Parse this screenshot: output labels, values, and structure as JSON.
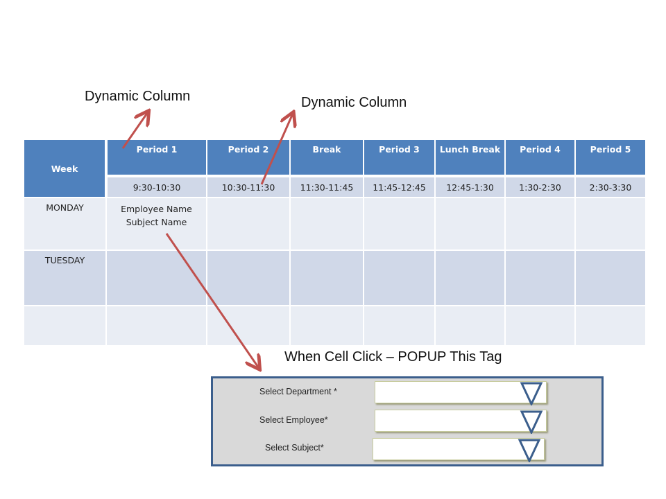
{
  "annotations": {
    "dynamic_column_1": "Dynamic Column",
    "dynamic_column_2": "Dynamic Column",
    "popup_caption": "When Cell Click – POPUP  This Tag"
  },
  "colors": {
    "header_blue": "#4f81bd",
    "row_dark": "#d0d8e8",
    "row_light": "#e9edf4",
    "arrow_red": "#c0504d",
    "popup_border": "#3b5e8c",
    "popup_bg": "#d9d9d9"
  },
  "timetable": {
    "week_label": "Week",
    "columns": [
      {
        "name": "Period 1",
        "time": "9:30-10:30"
      },
      {
        "name": "Period 2",
        "time": "10:30-11:30"
      },
      {
        "name": "Break",
        "time": "11:30-11:45"
      },
      {
        "name": "Period 3",
        "time": "11:45-12:45"
      },
      {
        "name": "Lunch Break",
        "time": "12:45-1:30"
      },
      {
        "name": "Period 4",
        "time": "1:30-2:30"
      },
      {
        "name": "Period 5",
        "time": "2:30-3:30"
      }
    ],
    "rows": [
      {
        "day": "MONDAY",
        "cells": [
          {
            "line1": "Employee Name",
            "line2": "Subject Name"
          }
        ]
      },
      {
        "day": "TUESDAY",
        "cells": []
      },
      {
        "day": "",
        "cells": []
      }
    ]
  },
  "popup": {
    "fields": [
      {
        "label": "Select  Department *",
        "value": "",
        "icon": "dropdown-triangle-icon"
      },
      {
        "label": "Select  Employee*",
        "value": "",
        "icon": "dropdown-triangle-icon"
      },
      {
        "label": "Select Subject*",
        "value": "",
        "icon": "dropdown-triangle-icon"
      }
    ]
  }
}
